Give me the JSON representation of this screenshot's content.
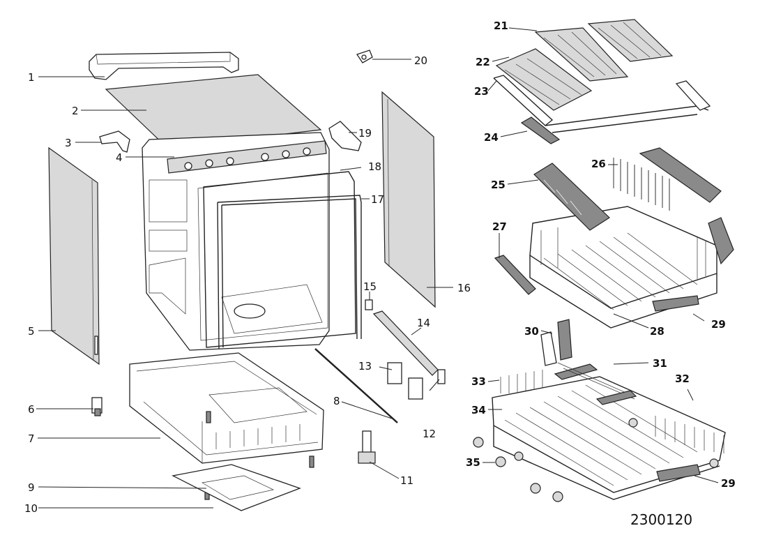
{
  "drawing_code": "2300120",
  "callouts": [
    {
      "id": "c1",
      "text": "1",
      "bold": false
    },
    {
      "id": "c2",
      "text": "2",
      "bold": false
    },
    {
      "id": "c3",
      "text": "3",
      "bold": false
    },
    {
      "id": "c4",
      "text": "4",
      "bold": false
    },
    {
      "id": "c5",
      "text": "5",
      "bold": false
    },
    {
      "id": "c6",
      "text": "6",
      "bold": false
    },
    {
      "id": "c7",
      "text": "7",
      "bold": false
    },
    {
      "id": "c8",
      "text": "8",
      "bold": false
    },
    {
      "id": "c9",
      "text": "9",
      "bold": false
    },
    {
      "id": "c10",
      "text": "10",
      "bold": false
    },
    {
      "id": "c11",
      "text": "11",
      "bold": false
    },
    {
      "id": "c12",
      "text": "12",
      "bold": false
    },
    {
      "id": "c13",
      "text": "13",
      "bold": false
    },
    {
      "id": "c14",
      "text": "14",
      "bold": false
    },
    {
      "id": "c15",
      "text": "15",
      "bold": false
    },
    {
      "id": "c16",
      "text": "16",
      "bold": false
    },
    {
      "id": "c17",
      "text": "17",
      "bold": false
    },
    {
      "id": "c18",
      "text": "18",
      "bold": false
    },
    {
      "id": "c19",
      "text": "19",
      "bold": false
    },
    {
      "id": "c20",
      "text": "20",
      "bold": false
    },
    {
      "id": "c21",
      "text": "21",
      "bold": true
    },
    {
      "id": "c22",
      "text": "22",
      "bold": true
    },
    {
      "id": "c23",
      "text": "23",
      "bold": true
    },
    {
      "id": "c24",
      "text": "24",
      "bold": true
    },
    {
      "id": "c25",
      "text": "25",
      "bold": true
    },
    {
      "id": "c26",
      "text": "26",
      "bold": true
    },
    {
      "id": "c27",
      "text": "27",
      "bold": true
    },
    {
      "id": "c28",
      "text": "28",
      "bold": true
    },
    {
      "id": "c29a",
      "text": "29",
      "bold": true
    },
    {
      "id": "c30",
      "text": "30",
      "bold": true
    },
    {
      "id": "c31",
      "text": "31",
      "bold": true
    },
    {
      "id": "c32",
      "text": "32",
      "bold": true
    },
    {
      "id": "c33",
      "text": "33",
      "bold": true
    },
    {
      "id": "c34",
      "text": "34",
      "bold": true
    },
    {
      "id": "c35",
      "text": "35",
      "bold": true
    },
    {
      "id": "c29b",
      "text": "29",
      "bold": true
    }
  ]
}
